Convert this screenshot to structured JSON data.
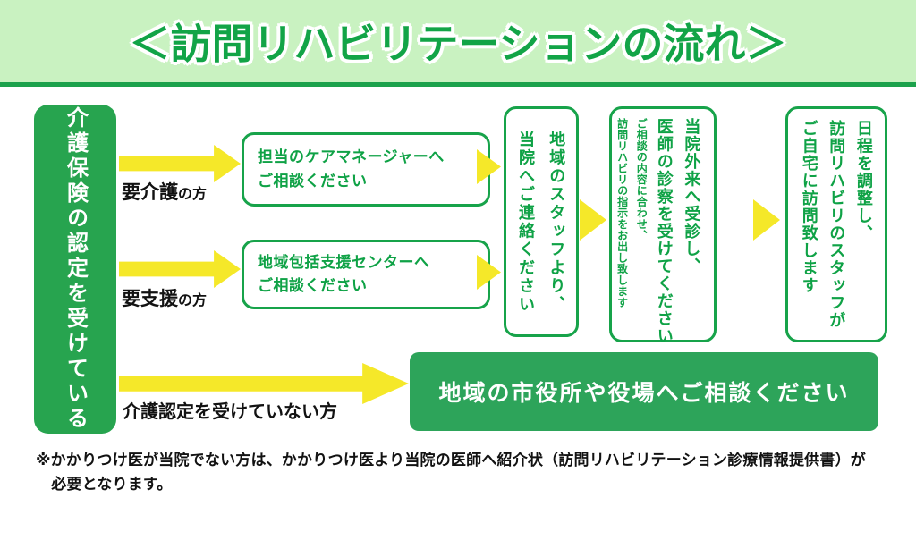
{
  "title": "＜訪問リハビリテーションの流れ＞",
  "colors": {
    "banner_bg": "#c9f2c1",
    "green": "#17a34a",
    "entry_green": "#27a44f",
    "result_green": "#2da45a",
    "arrow_yellow": "#f5e829",
    "text_green": "#0fa246"
  },
  "entry": {
    "label": "介護保険の認定を受けている"
  },
  "branches": {
    "kaigo": {
      "arrow_main": "要介護",
      "arrow_suffix": "の方",
      "box": "担当のケアマネージャーへ\nご相談ください"
    },
    "shien": {
      "arrow_main": "要支援",
      "arrow_suffix": "の方",
      "box": "地域包括支援センターへ\nご相談ください"
    },
    "none": {
      "arrow_label": "介護認定を受けていない方",
      "box": "地域の市役所や役場へご相談ください"
    }
  },
  "steps": {
    "contact": "地域のスタッフより、\n当院へご連絡ください",
    "visit_main": "当院外来へ受診し、\n医師の診察を受けてください",
    "visit_sub": "ご相談の内容に合わせ、\n訪問リハビリの指示をお出し致します",
    "schedule": "日程を調整し、\n訪問リハビリのスタッフが\nご自宅に訪問致します"
  },
  "note": "※かかりつけ医が当院でない方は、かかりつけ医より当院の医師へ紹介状（訪問リハビリテーション診療情報提供書）が\n　必要となります。"
}
